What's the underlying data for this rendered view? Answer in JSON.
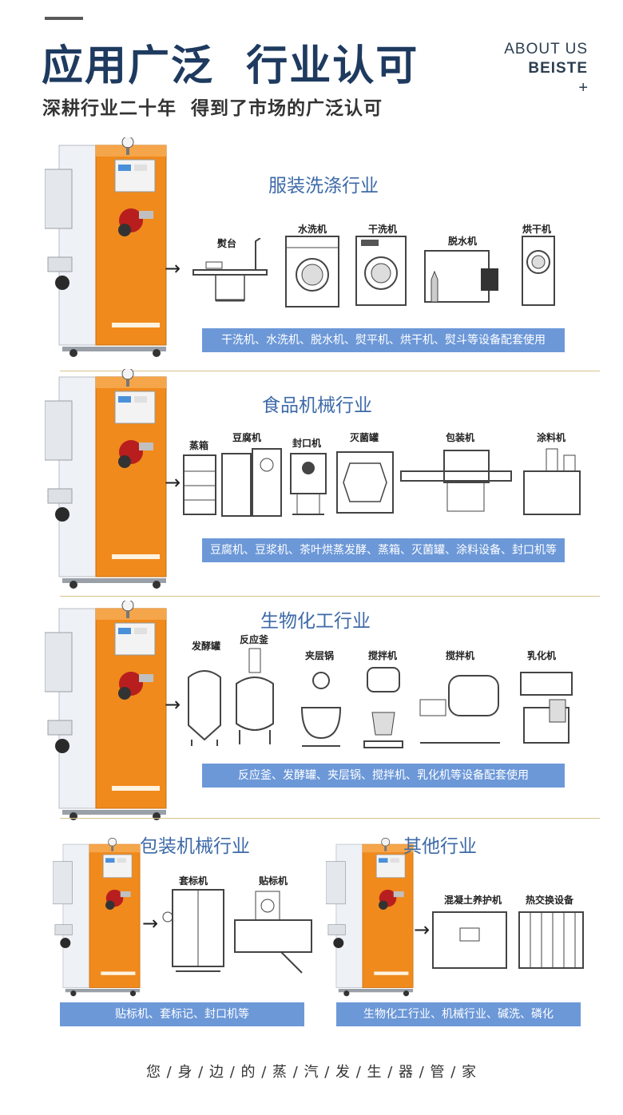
{
  "header": {
    "title": "应用广泛  行业认可",
    "subtitle": "深耕行业二十年  得到了市场的广泛认可",
    "about_line1": "ABOUT US",
    "about_line2": "BEISTE",
    "about_line3": "+"
  },
  "sections": [
    {
      "title": "服装洗涤行业",
      "machines": [
        "熨台",
        "水洗机",
        "干洗机",
        "脱水机",
        "烘干机"
      ],
      "caption": "干洗机、水洗机、脱水机、熨平机、烘干机、熨斗等设备配套使用"
    },
    {
      "title": "食品机械行业",
      "machines": [
        "蒸箱",
        "豆腐机",
        "封口机",
        "灭菌罐",
        "包装机",
        "涂料机"
      ],
      "caption": "豆腐机、豆浆机、茶叶烘蒸发酵、蒸箱、灭菌罐、涂料设备、封口机等"
    },
    {
      "title": "生物化工行业",
      "machines": [
        "发酵罐",
        "反应釜",
        "夹层锅",
        "搅拌机",
        "搅拌机",
        "乳化机"
      ],
      "caption": "反应釜、发酵罐、夹层锅、搅拌机、乳化机等设备配套使用"
    },
    {
      "title": "包装机械行业",
      "machines": [
        "套标机",
        "贴标机"
      ],
      "caption": "贴标机、套标记、封口机等"
    },
    {
      "title": "其他行业",
      "machines": [
        "混凝土养护机",
        "热交换设备"
      ],
      "caption": "生物化工行业、机械行业、碱洗、磷化"
    }
  ],
  "footer": "您 / 身 / 边 / 的 / 蒸 / 汽 / 发 / 生 / 器 / 管 / 家",
  "colors": {
    "title_navy": "#1e3a5f",
    "section_blue": "#3d6aa8",
    "caption_bg": "#6c98d8",
    "boiler_orange": "#f08a1c",
    "divider_gold": "#d6c38a"
  }
}
